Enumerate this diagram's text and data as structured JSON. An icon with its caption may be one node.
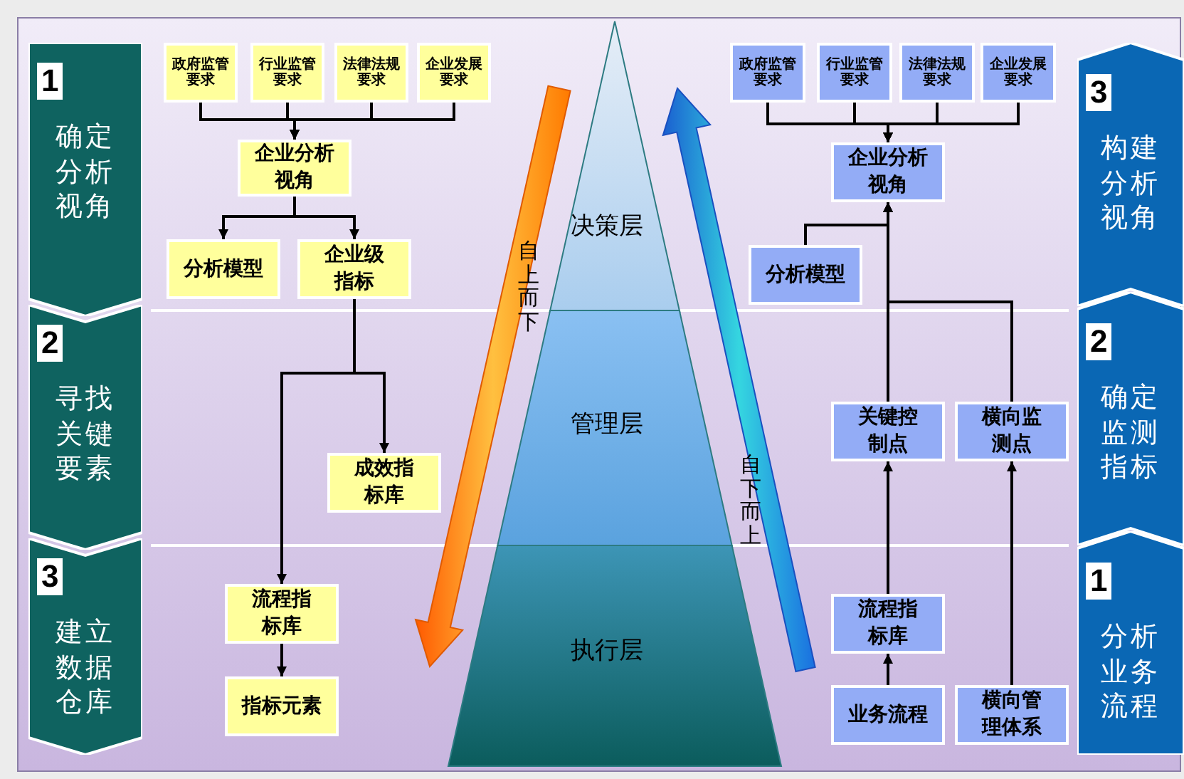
{
  "diagram": {
    "nodes": [
      {
        "text": [
          "1",
          "确定分析视角"
        ]
      },
      {
        "text": [
          "2",
          "寻找关键要素"
        ]
      },
      {
        "text": [
          "3",
          "建立数据仓库"
        ]
      },
      {
        "text": [
          "3",
          "构建分析视角"
        ]
      },
      {
        "text": [
          "2",
          "确定监测指标"
        ]
      },
      {
        "text": [
          "1",
          "分析业务流程"
        ]
      },
      {
        "text": [
          "决策层"
        ]
      },
      {
        "text": [
          "管理层"
        ]
      },
      {
        "text": [
          "执行层"
        ]
      },
      {
        "text": [
          "政府监管要求"
        ]
      },
      {
        "text": [
          "行业监管要求"
        ]
      },
      {
        "text": [
          "法律法规要求"
        ]
      },
      {
        "text": [
          "企业发展要求"
        ]
      },
      {
        "text": [
          "企业分析视角"
        ]
      },
      {
        "text": [
          "分析模型"
        ]
      },
      {
        "text": [
          "企业级指标"
        ]
      },
      {
        "text": [
          "成效指标库"
        ]
      },
      {
        "text": [
          "流程指标库"
        ]
      },
      {
        "text": [
          "指标元素"
        ]
      },
      {
        "text": [
          "政府监管要求"
        ]
      },
      {
        "text": [
          "行业监管要求"
        ]
      },
      {
        "text": [
          "法律法规要求"
        ]
      },
      {
        "text": [
          "企业发展要求"
        ]
      },
      {
        "text": [
          "企业分析视角"
        ]
      },
      {
        "text": [
          "分析模型"
        ]
      },
      {
        "text": [
          "关键控制点"
        ]
      },
      {
        "text": [
          "横向监测点"
        ]
      },
      {
        "text": [
          "流程指标库"
        ]
      },
      {
        "text": [
          "业务流程"
        ]
      },
      {
        "text": [
          "横向管理体系"
        ]
      },
      {
        "text": [
          "自上而下"
        ]
      },
      {
        "text": [
          "自下而上"
        ]
      }
    ],
    "edges": [
      {
        "from": 9,
        "to": 13,
        "arrow": "to"
      },
      {
        "from": 10,
        "to": 13,
        "arrow": "to"
      },
      {
        "from": 11,
        "to": 13,
        "arrow": "to"
      },
      {
        "from": 12,
        "to": 13,
        "arrow": "to"
      },
      {
        "from": 13,
        "to": 14,
        "arrow": "to"
      },
      {
        "from": 13,
        "to": 15,
        "arrow": "to"
      },
      {
        "from": 15,
        "to": 16,
        "arrow": "to"
      },
      {
        "from": 15,
        "to": 17,
        "arrow": "to"
      },
      {
        "from": 17,
        "to": 18,
        "arrow": "to"
      },
      {
        "from": 19,
        "to": 23,
        "arrow": "to"
      },
      {
        "from": 20,
        "to": 23,
        "arrow": "to"
      },
      {
        "from": 21,
        "to": 23,
        "arrow": "to"
      },
      {
        "from": 22,
        "to": 23,
        "arrow": "to"
      },
      {
        "from": 24,
        "to": 23,
        "arrow": "to"
      },
      {
        "from": 25,
        "to": 23,
        "arrow": "to"
      },
      {
        "from": 26,
        "to": 23,
        "arrow": "to"
      },
      {
        "from": 27,
        "to": 25,
        "arrow": "to"
      },
      {
        "from": 28,
        "to": 27,
        "arrow": "to"
      },
      {
        "from": 29,
        "to": 26,
        "arrow": "to"
      }
    ]
  }
}
